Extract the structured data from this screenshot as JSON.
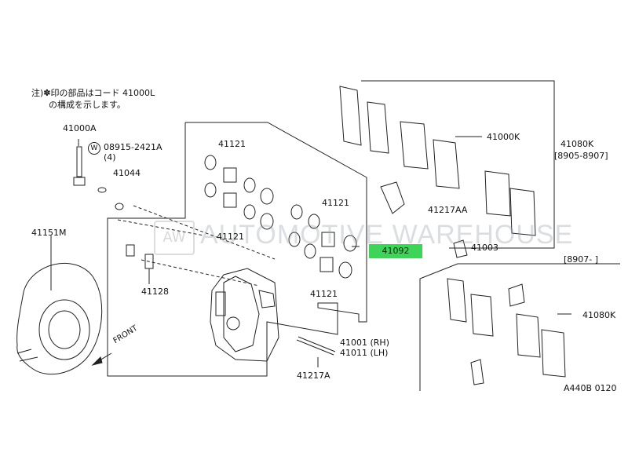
{
  "note": {
    "line1": "注)✽印の部品はコード 41000L",
    "line2": "の構成を示します。"
  },
  "labels": {
    "p41000a": "41000A",
    "p08915": "08915-2421A",
    "p08915_w": "W",
    "p08915_qty": "(4)",
    "p41044": "41044",
    "p41151m": "41151M",
    "p41128": "41128",
    "p41121_a": "41121",
    "p41121_b": "41121",
    "p41121_c": "41121",
    "p41121_d": "41121",
    "p41000k": "41000K",
    "p41080k_top": "41080K",
    "p41080k_range": "[8905-8907]",
    "p41217aa": "41217AA",
    "p41092": "41092",
    "p41003": "41003",
    "p8907": "[8907-   ]",
    "p41080k_bottom": "41080K",
    "p41001": "41001 (RH)",
    "p41011": "41011 (LH)",
    "p41217a": "41217A",
    "front": "FRONT",
    "diagram_code": "A440B 0120"
  },
  "watermark": {
    "badge": "AW",
    "text": "AUTOMOTIVE WAREHOUSE"
  },
  "colors": {
    "highlight": "#3fd35a",
    "line": "#222222"
  }
}
